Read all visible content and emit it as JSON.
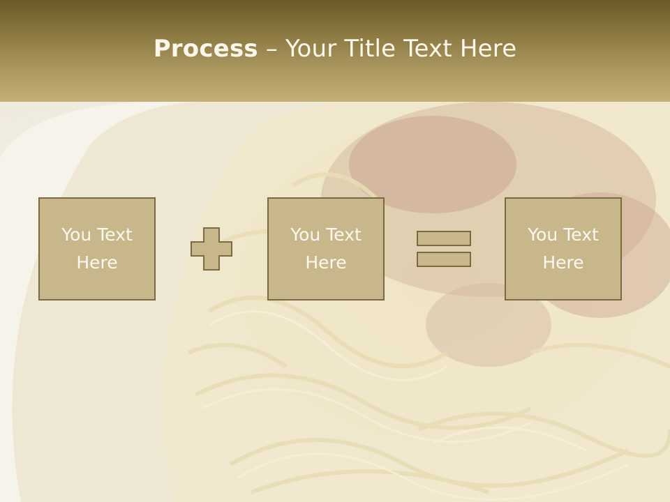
{
  "slide": {
    "title_bold": "Process",
    "title_rest": " – Your Title Text Here",
    "boxes": [
      {
        "label": "You Text Here"
      },
      {
        "label": "You Text Here"
      },
      {
        "label": "You Text Here"
      }
    ],
    "operators": [
      "plus-icon",
      "equals-icon"
    ],
    "colors": {
      "header_top": "#6b5a2a",
      "header_bottom": "#c2b078",
      "box_fill": "#c7b78b",
      "box_border": "#7a6a42",
      "text": "#fbf8ee"
    }
  }
}
